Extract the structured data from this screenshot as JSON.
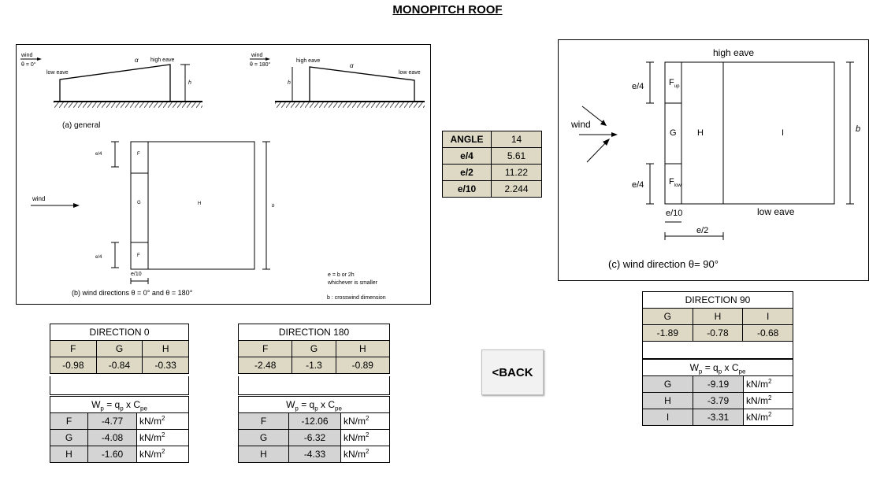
{
  "title": "MONOPITCH ROOF",
  "figure_left": {
    "wind_label": "wind",
    "theta0": "θ = 0°",
    "theta180": "θ = 180°",
    "low_eave": "low eave",
    "high_eave": "high eave",
    "alpha": "α",
    "h": "h",
    "caption_a": "(a) general",
    "e4": "e/4",
    "e10": "e/10",
    "zone_f": "F",
    "zone_g": "G",
    "zone_h": "H",
    "b": "b",
    "note1": "e = b or 2h",
    "note2": "whichever is smaller",
    "note3": "b : crosswind dimension",
    "caption_b": "(b) wind directions θ = 0° and θ = 180°"
  },
  "figure_right": {
    "high_eave": "high eave",
    "low_eave": "low eave",
    "wind_label": "wind",
    "e4": "e/4",
    "e10": "e/10",
    "e2": "e/2",
    "b": "b",
    "zone_fup": "F",
    "zone_fup_sub": "up",
    "zone_flow": "F",
    "zone_flow_sub": "low",
    "zone_g": "G",
    "zone_h": "H",
    "zone_i": "I",
    "caption": "(c) wind direction θ= 90°"
  },
  "params": [
    {
      "label": "ANGLE",
      "value": "14"
    },
    {
      "label": "e/4",
      "value": "5.61"
    },
    {
      "label": "e/2",
      "value": "11.22"
    },
    {
      "label": "e/10",
      "value": "2.244"
    }
  ],
  "formula": {
    "w": "W",
    "p": "p",
    "eq": " = q",
    "x": " x C",
    "pe": "pe"
  },
  "unit": {
    "base": "kN/m",
    "exp": "2"
  },
  "dir0": {
    "title": "DIRECTION 0",
    "headers": [
      "F",
      "G",
      "H"
    ],
    "cpe": [
      "-0.98",
      "-0.84",
      "-0.33"
    ],
    "rows": [
      {
        "zone": "F",
        "value": "-4.77"
      },
      {
        "zone": "G",
        "value": "-4.08"
      },
      {
        "zone": "H",
        "value": "-1.60"
      }
    ]
  },
  "dir180": {
    "title": "DIRECTION 180",
    "headers": [
      "F",
      "G",
      "H"
    ],
    "cpe": [
      "-2.48",
      "-1.3",
      "-0.89"
    ],
    "rows": [
      {
        "zone": "F",
        "value": "-12.06"
      },
      {
        "zone": "G",
        "value": "-6.32"
      },
      {
        "zone": "H",
        "value": "-4.33"
      }
    ]
  },
  "dir90": {
    "title": "DIRECTION 90",
    "headers": [
      "G",
      "H",
      "I"
    ],
    "cpe": [
      "-1.89",
      "-0.78",
      "-0.68"
    ],
    "rows": [
      {
        "zone": "G",
        "value": "-9.19"
      },
      {
        "zone": "H",
        "value": "-3.79"
      },
      {
        "zone": "I",
        "value": "-3.31"
      }
    ]
  },
  "back_button": "<BACK"
}
